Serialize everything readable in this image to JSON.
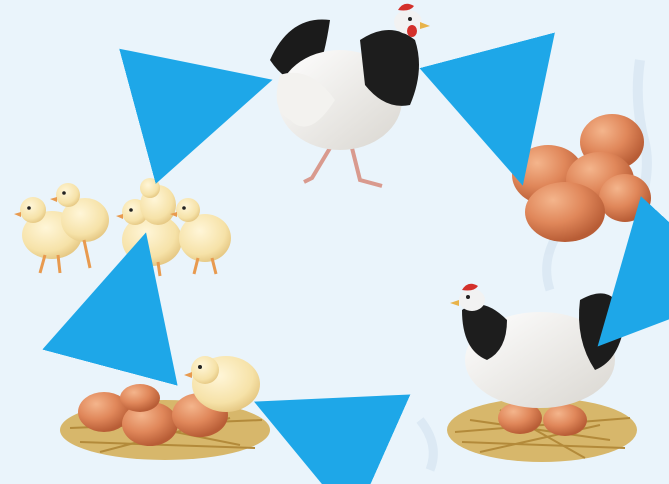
{
  "diagram": {
    "stages": [
      {
        "id": "hen",
        "icon": "hen-icon"
      },
      {
        "id": "eggs",
        "icon": "eggs-icon"
      },
      {
        "id": "brooding-hen",
        "icon": "brooding-hen-icon"
      },
      {
        "id": "hatching",
        "icon": "hatching-eggs-icon"
      },
      {
        "id": "chicks",
        "icon": "chicks-icon"
      }
    ],
    "arrow_color": "#1ea7e8",
    "background_color": "#eaf4fb",
    "watermark_color": "#cfe0ee"
  }
}
